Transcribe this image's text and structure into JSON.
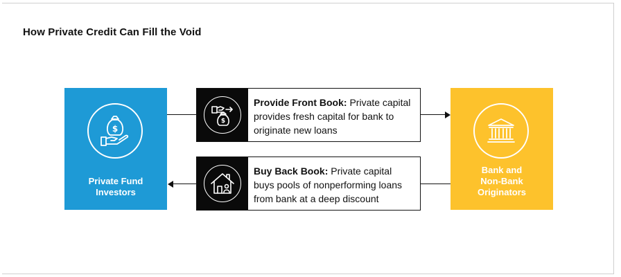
{
  "title": "How Private Credit Can Fill the Void",
  "colors": {
    "blue": "#1e9ad6",
    "yellow": "#fdc22c",
    "dark": "#0a0a0a"
  },
  "left_box": {
    "label": "Private Fund\nInvestors",
    "icon": "hand-money-bag-icon"
  },
  "right_box": {
    "label": "Bank and\nNon-Bank\nOriginators",
    "icon": "bank-building-icon"
  },
  "cards": [
    {
      "heading": "Provide Front Book:",
      "body": " Private capital provides fresh capital for bank to originate new loans",
      "icon": "money-bag-transfer-icon"
    },
    {
      "heading": "Buy Back Book:",
      "body": " Private capital buys pools of nonperforming loans from bank at a deep discount",
      "icon": "house-person-icon"
    }
  ]
}
